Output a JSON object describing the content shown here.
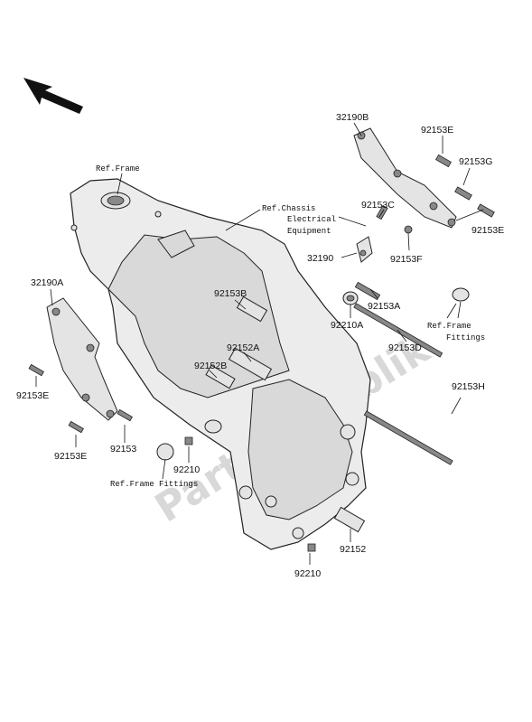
{
  "watermark": "PartsRepublik",
  "orientation_arrow": "arrow-icon",
  "part_labels": {
    "p32190B": "32190B",
    "p92153E_top": "92153E",
    "p92153G": "92153G",
    "p92153C": "92153C",
    "p92153E_right": "92153E",
    "p32190": "32190",
    "p92153F": "92153F",
    "p32190A": "32190A",
    "p92153B": "92153B",
    "p92210A": "92210A",
    "p92153A": "92153A",
    "p92152A": "92152A",
    "p92153D": "92153D",
    "p92152B": "92152B",
    "p92153E_left": "92153E",
    "p92153": "92153",
    "p92153E_bottom": "92153E",
    "p92210_mid": "92210",
    "p92153H": "92153H",
    "p92152": "92152",
    "p92210_bottom": "92210"
  },
  "references": {
    "ref_frame_top": "Ref.Frame",
    "ref_chassis_1": "Ref.Chassis",
    "ref_chassis_2": "Electrical",
    "ref_chassis_3": "Equipment",
    "ref_fittings_right_1": "Ref.Frame",
    "ref_fittings_right_2": "Fittings",
    "ref_fittings_bottom": "Ref.Frame Fittings"
  }
}
